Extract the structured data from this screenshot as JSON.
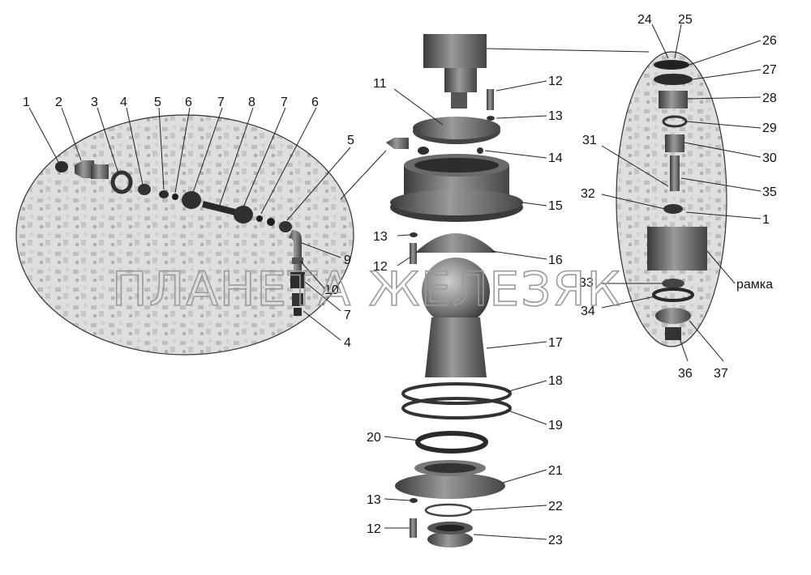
{
  "watermark": "ПЛАНЕТА ЖЕЛЕЗЯК",
  "frame_label": "рамка",
  "callouts_left": [
    "1",
    "2",
    "3",
    "4",
    "5",
    "6",
    "7",
    "8",
    "7",
    "6",
    "5",
    "9",
    "10",
    "7",
    "4"
  ],
  "callouts_center": [
    "11",
    "12",
    "13",
    "14",
    "15",
    "13",
    "12",
    "16",
    "17",
    "18",
    "19",
    "20",
    "21",
    "13",
    "22",
    "12",
    "23"
  ],
  "callouts_right": [
    "24",
    "25",
    "26",
    "27",
    "28",
    "29",
    "30",
    "31",
    "35",
    "32",
    "1",
    "33",
    "34",
    "36",
    "37"
  ],
  "colors": {
    "ink": "#222222",
    "part_shade": "#6e6e6e",
    "ellipse_fill": "#d9d9d9"
  }
}
